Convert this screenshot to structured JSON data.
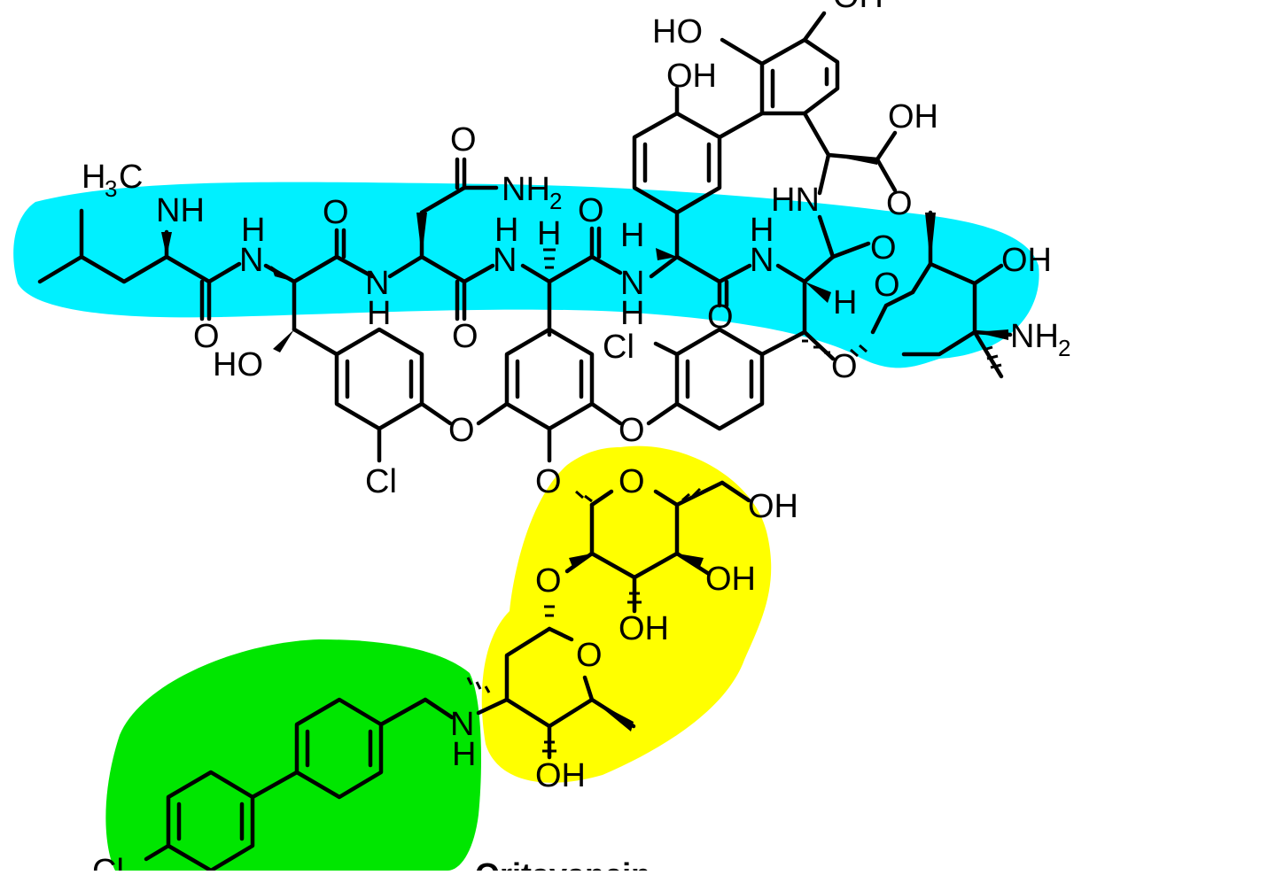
{
  "highlights": {
    "backbone_color": "#00F0FF",
    "sugar_color": "#FFFF00",
    "sidechain_color": "#00E600"
  },
  "atoms": {
    "h3c_h": "H",
    "h3c_sub": "3",
    "h3c_c": "C",
    "nh_methyl": "NH",
    "h1": "H",
    "n1": "N",
    "o1": "O",
    "o_left": "O",
    "ho1": "HO",
    "cl1": "Cl",
    "o2": "O",
    "n2": "N",
    "h2": "H",
    "nh2_top_n": "NH",
    "nh2_top_sub": "2",
    "o_amide_top": "O",
    "o_amide_bot": "O",
    "h3": "H",
    "n3": "N",
    "h_alpha1": "H",
    "o3": "O",
    "h4": "H",
    "n4": "N",
    "h5": "H",
    "o4": "O",
    "cl2": "Cl",
    "h6": "H",
    "n5": "N",
    "o5": "O",
    "h7": "H",
    "oh_phenol_top": "OH",
    "ho_top": "HO",
    "oh_top_right": "OH",
    "oh_acid": "OH",
    "hn_acid": "HN",
    "o_acid": "O",
    "o_amide_right": "O",
    "o_vanc_ring": "O",
    "oh_vanc": "OH",
    "nh2_vanc_n": "NH",
    "nh2_vanc_sub": "2",
    "o_ether_right": "O",
    "o_ether1": "O",
    "o_ether2": "O",
    "o_glycoside": "O",
    "o_glc_ring": "O",
    "oh_glc_ch2": "OH",
    "o_glc_link": "O",
    "oh_glc_3": "OH",
    "oh_glc_4": "OH",
    "o_vanc2_ring": "O",
    "n_biphenyl": "N",
    "h_biphenyl": "H",
    "oh_vanc2": "OH",
    "cl_bottom": "Cl"
  },
  "caption": "Oritavancin"
}
